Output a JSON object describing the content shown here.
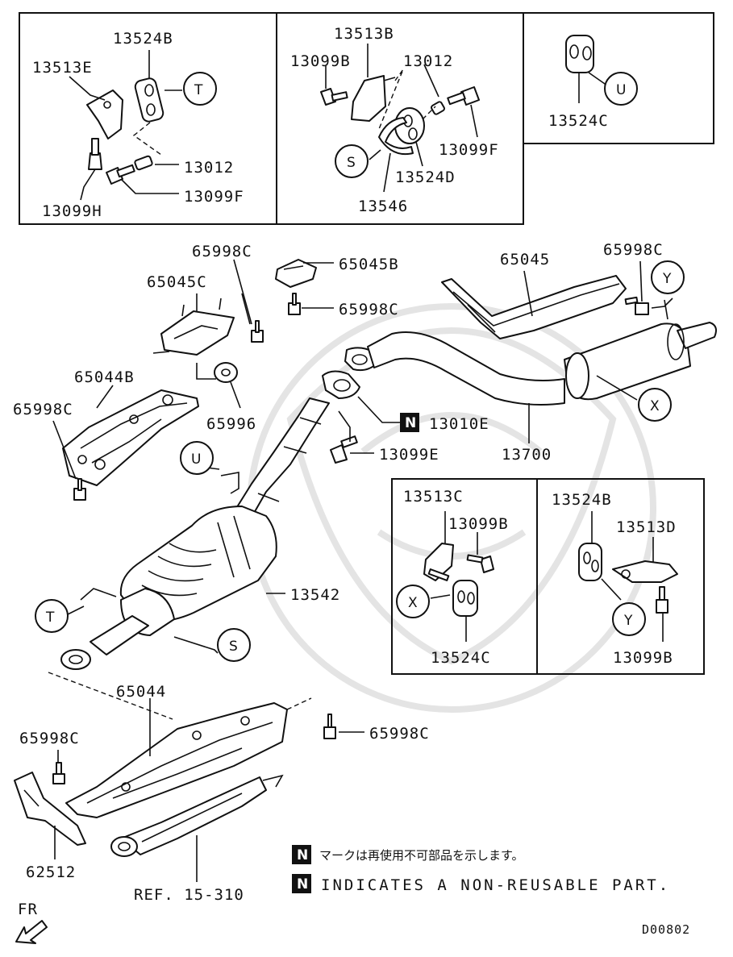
{
  "labels": {
    "p13524B_top": "13524B",
    "p13513E": "13513E",
    "p13012_left": "13012",
    "p13099F_left": "13099F",
    "p13099H": "13099H",
    "p13513B": "13513B",
    "p13099B_top": "13099B",
    "p13012_mid": "13012",
    "p13099F_mid": "13099F",
    "p13524D": "13524D",
    "p13546": "13546",
    "p13524C_top": "13524C",
    "p65998C_a": "65998C",
    "p65045B": "65045B",
    "p65045C": "65045C",
    "p65998C_b": "65998C",
    "p65044B": "65044B",
    "p65998C_c": "65998C",
    "p65996": "65996",
    "p65045": "65045",
    "p65998C_d": "65998C",
    "p13010E": "13010E",
    "p13099E": "13099E",
    "p13700": "13700",
    "p13542": "13542",
    "p13513C": "13513C",
    "p13099B_inset": "13099B",
    "p13524C_inset": "13524C",
    "p13524B_inset": "13524B",
    "p13513D": "13513D",
    "p13099B_inset2": "13099B",
    "p65044": "65044",
    "p65998C_e": "65998C",
    "p65998C_f": "65998C",
    "p62512": "62512",
    "ref": "REF. 15-310",
    "fr": "FR",
    "code": "D00802"
  },
  "callouts": {
    "T": "T",
    "S": "S",
    "U": "U",
    "X": "X",
    "Y": "Y"
  },
  "badge": "N",
  "notes": {
    "jp": "マークは再使用不可部品を示します。",
    "en": "INDICATES A NON-REUSABLE PART."
  },
  "icons": [
    "front-direction-arrow-icon",
    "non-reusable-badge-icon"
  ]
}
